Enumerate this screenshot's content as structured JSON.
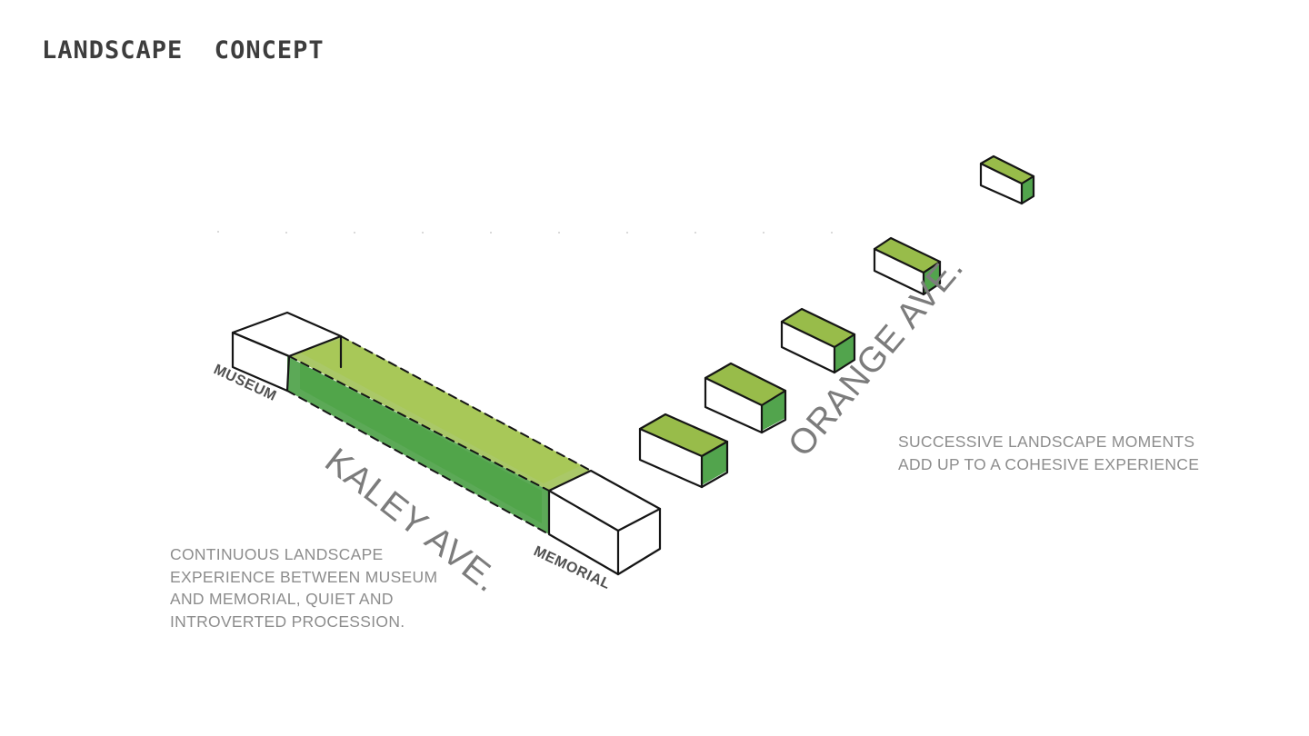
{
  "title": "LANDSCAPE  CONCEPT",
  "labels": {
    "museum": "MUSEUM",
    "memorial": "MEMORIAL",
    "kaley": "KALEY AVE.",
    "orange": "ORANGE AVE."
  },
  "captions": {
    "left": [
      "CONTINUOUS LANDSCAPE",
      "EXPERIENCE BETWEEN MUSEUM",
      "AND MEMORIAL, QUIET AND",
      "INTROVERTED PROCESSION."
    ],
    "right": [
      "SUCCESSIVE LANDSCAPE MOMENTS",
      "ADD UP TO A COHESIVE EXPERIENCE"
    ]
  },
  "colors": {
    "green_light": "#8db536",
    "green_dark": "#3f9a3a",
    "ink": "#151515",
    "text_gray": "#8d8d8d"
  }
}
